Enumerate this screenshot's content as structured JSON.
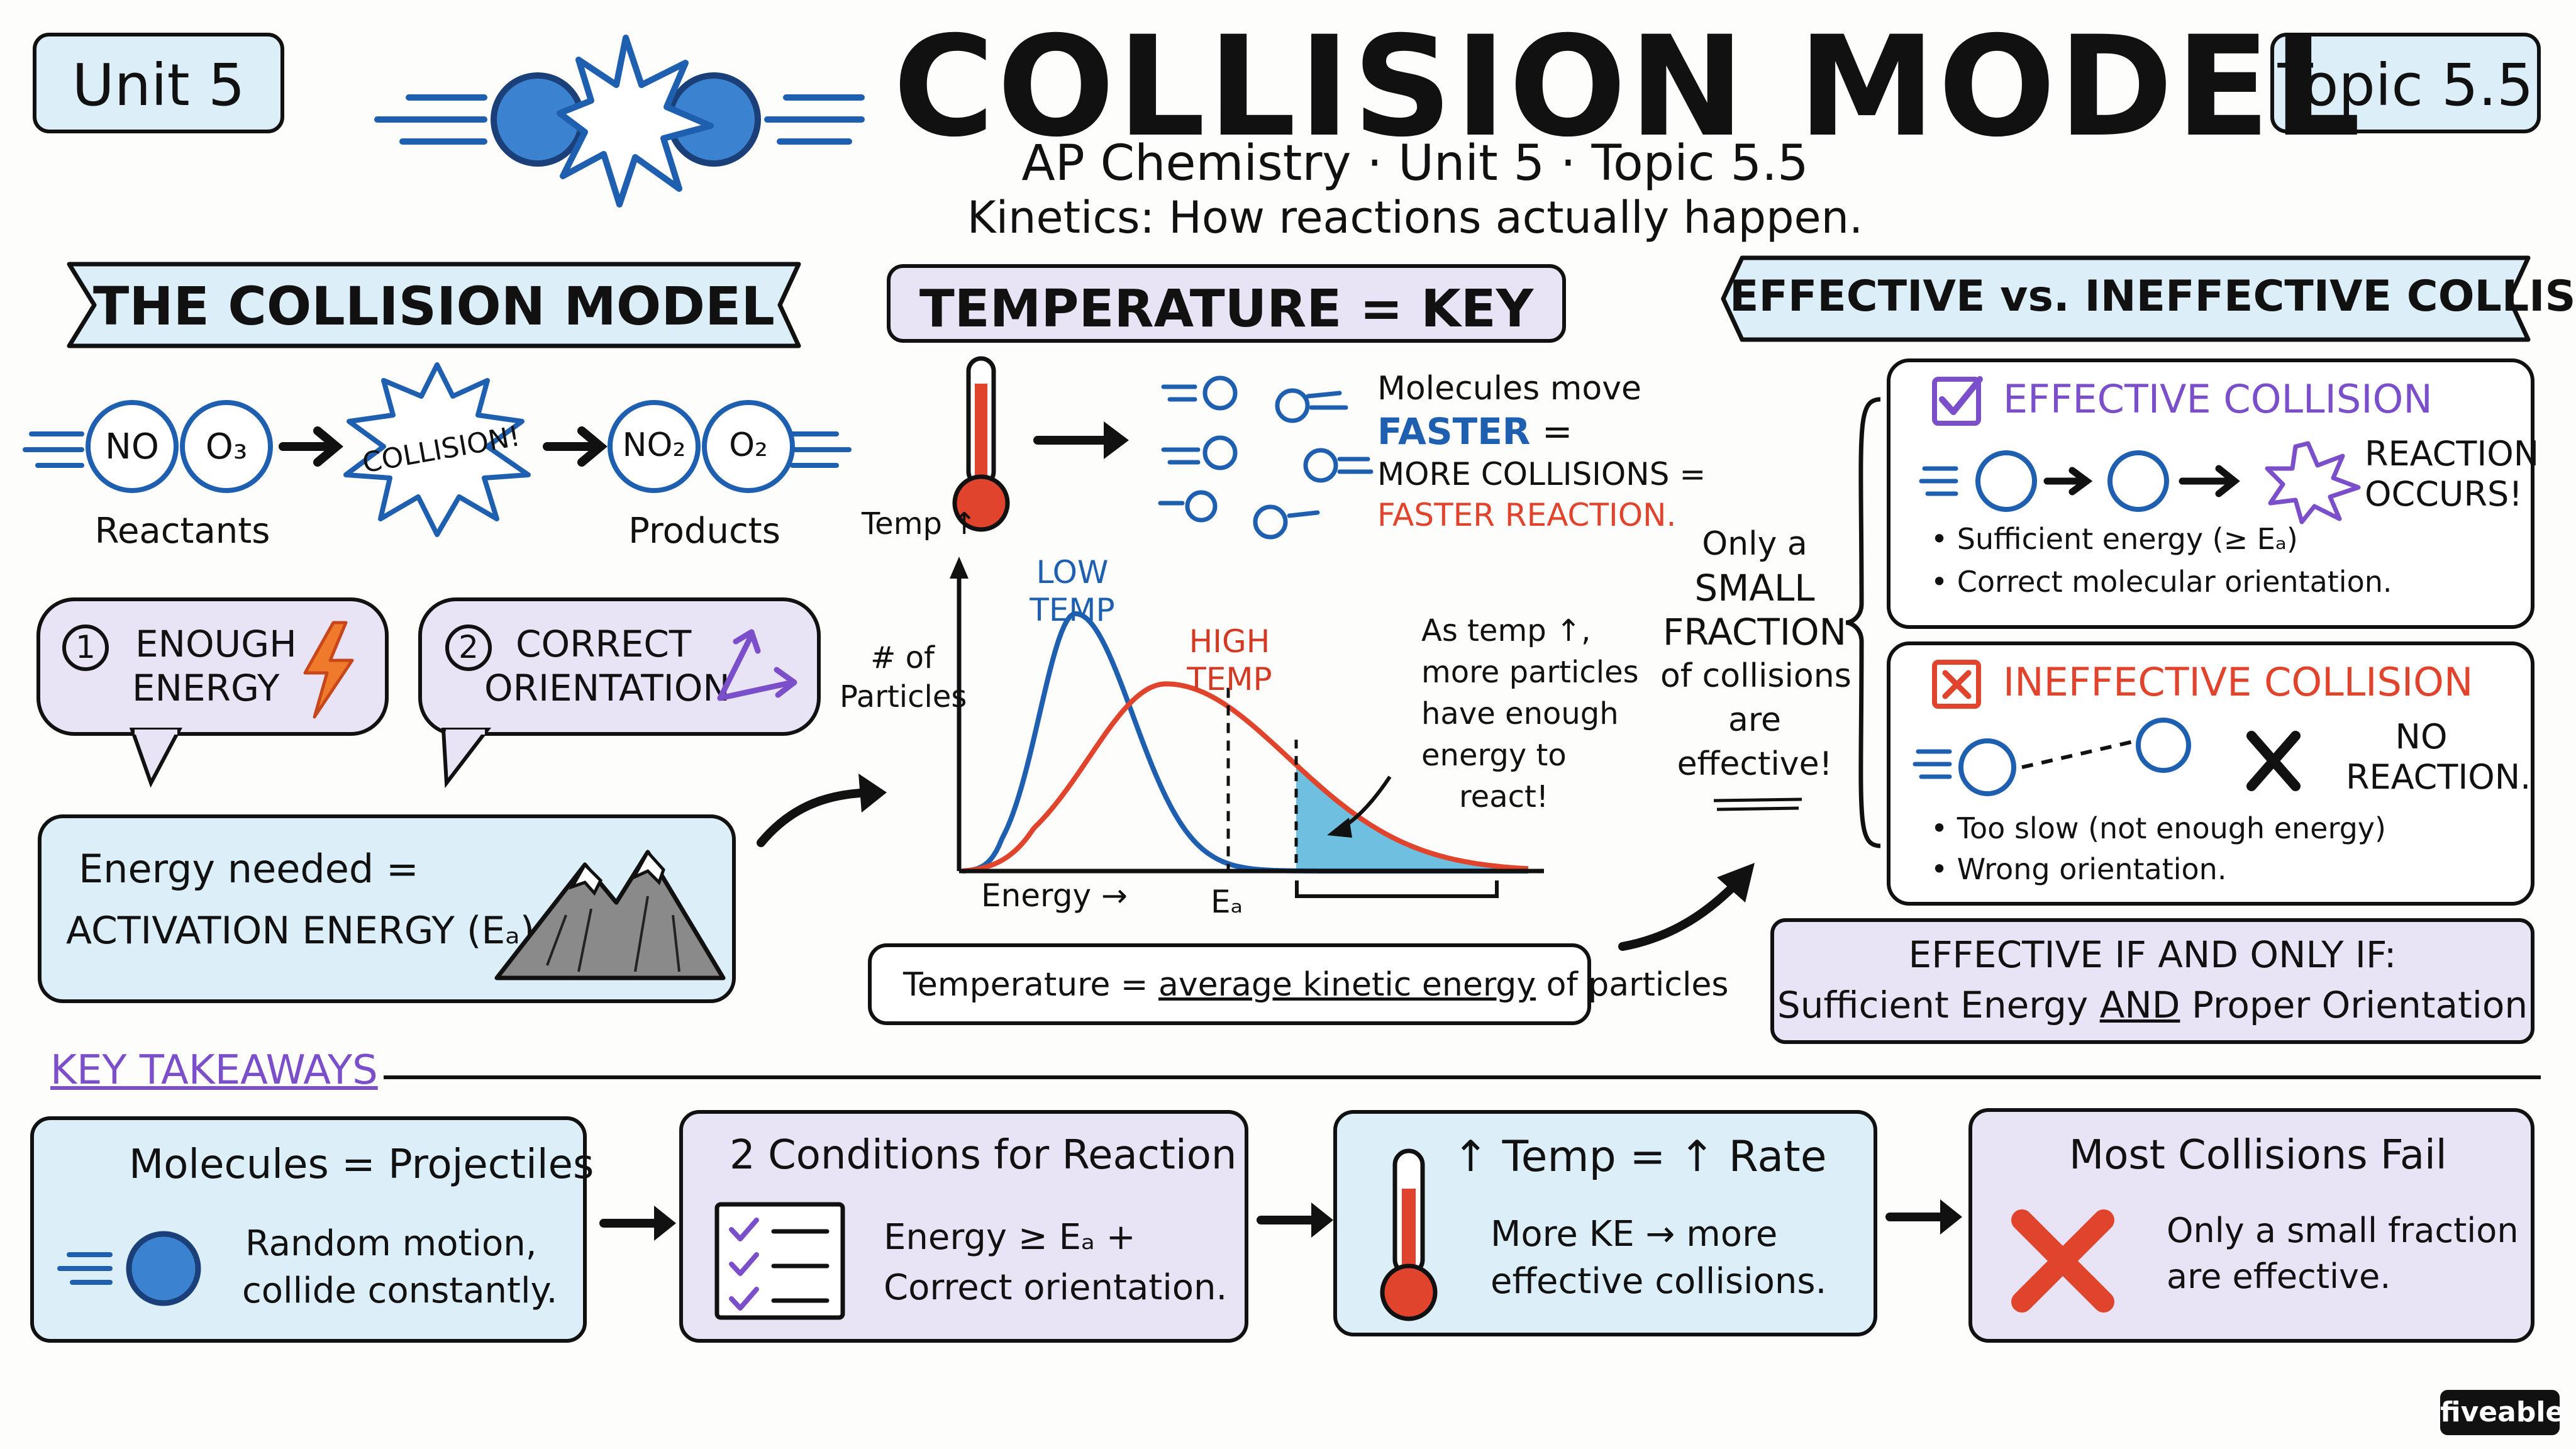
{
  "header": {
    "unit_badge": "Unit 5",
    "topic_badge": "Topic 5.5",
    "title": "COLLISION MODEL",
    "subtitle": "AP Chemistry · Unit 5 · Topic 5.5",
    "tagline": "Kinetics: How reactions actually happen."
  },
  "collision_model": {
    "banner": "THE COLLISION MODEL",
    "reactant_1": "NO",
    "reactant_2": "O₃",
    "burst_label": "COLLISION!",
    "product_1": "NO₂",
    "product_2": "O₂",
    "reactants_label": "Reactants",
    "products_label": "Products",
    "condition_1_num": "1",
    "condition_1_text": [
      "ENOUGH",
      "ENERGY"
    ],
    "condition_2_num": "2",
    "condition_2_text": [
      "CORRECT",
      "ORIENTATION"
    ],
    "energy_line1": "Energy needed =",
    "energy_line2": "ACTIVATION ENERGY (Eₐ)"
  },
  "temperature": {
    "banner": "TEMPERATURE = KEY",
    "temp_label": "Temp ↑",
    "molecules_line1": "Molecules move",
    "molecules_faster": "FASTER",
    "molecules_eq": " =",
    "molecules_line3": "MORE COLLISIONS =",
    "molecules_line4": "FASTER REACTION.",
    "definition_a": "Temperature =",
    "definition_b": "average kinetic energy",
    "definition_c": "of particles"
  },
  "chart_data": {
    "type": "line",
    "title": "",
    "ylabel": "# of Particles",
    "xlabel": "Energy →",
    "threshold_label": "Eₐ",
    "series": [
      {
        "name": "LOW TEMP",
        "color": "#1f5fb0",
        "peak_x": 0.2,
        "peak_y": 0.88,
        "width": 0.075
      },
      {
        "name": "HIGH TEMP",
        "color": "#e0442c",
        "peak_x": 0.36,
        "peak_y": 0.64,
        "width": 0.16
      }
    ],
    "annotation": [
      "As temp ↑,",
      "more particles",
      "have enough",
      "energy to",
      "react!"
    ]
  },
  "effective": {
    "banner": "EFFECTIVE vs. INEFFECTIVE COLLISIONS",
    "side_note": [
      "Only a",
      "SMALL",
      "FRACTION",
      "of collisions",
      "are",
      "effective!"
    ],
    "effective_title": "EFFECTIVE COLLISION",
    "effective_result": [
      "REACTION",
      "OCCURS!"
    ],
    "effective_bullet_1": "• Sufficient energy (≥ Eₐ)",
    "effective_bullet_2": "• Correct molecular orientation.",
    "ineffective_title": "INEFFECTIVE COLLISION",
    "ineffective_result": [
      "NO",
      "REACTION."
    ],
    "ineffective_bullet_1": "• Too slow (not enough energy)",
    "ineffective_bullet_2": "• Wrong orientation.",
    "rule_line1": "EFFECTIVE IF AND ONLY IF:",
    "rule_a": "Sufficient Energy",
    "rule_and": "AND",
    "rule_b": "Proper Orientation"
  },
  "takeaways": {
    "heading": "KEY TAKEAWAYS",
    "cards": [
      {
        "title": "Molecules = Projectiles",
        "lines": [
          "Random motion,",
          "collide constantly."
        ]
      },
      {
        "title": "2 Conditions for Reaction",
        "lines": [
          "Energy ≥ Eₐ +",
          "Correct orientation."
        ]
      },
      {
        "title": "↑ Temp = ↑ Rate",
        "lines": [
          "More KE → more",
          "effective collisions."
        ]
      },
      {
        "title": "Most Collisions Fail",
        "lines": [
          "Only a small fraction",
          "are effective."
        ]
      }
    ]
  },
  "brand": "fiveable",
  "colors": {
    "blue_fill": "#dceff8",
    "purple_fill": "#e9e3f6",
    "molecule_blue": "#3b82d1",
    "accent_red": "#e0442c",
    "accent_purple": "#7b4fc9"
  }
}
